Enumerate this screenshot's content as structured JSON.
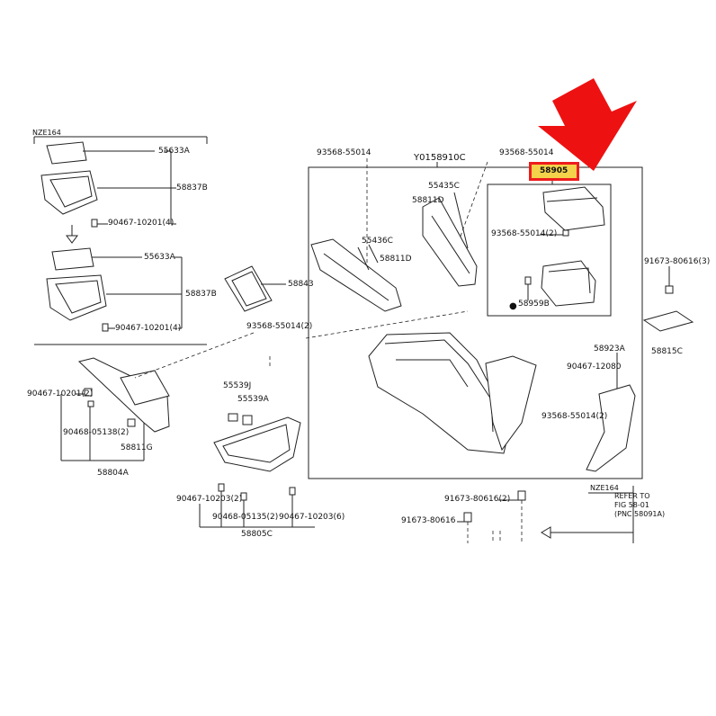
{
  "colors": {
    "highlight_fill": "#f4d24a",
    "highlight_border": "#ee1c1c",
    "arrow": "#ee1111",
    "ink": "#222222"
  },
  "icons": {
    "arrow": "red-pointer-arrow-icon"
  },
  "highlight_part": "58905",
  "labels": {
    "nze164_left": "NZE164",
    "p55633a_1": "55633A",
    "p58837b_1": "58837B",
    "p90467_10201_1": "90467-10201(4)",
    "p55633a_2": "55633A",
    "p58837b_2": "58837B",
    "p90467_10201_2": "90467-10201(4)",
    "p58843": "58843",
    "p93568_55014_2a": "93568-55014(2)",
    "p90467_10201_2b": "90467-10201(2)",
    "p90468_05138": "90468-05138(2)",
    "p58811g": "58811G",
    "p58804a": "58804A",
    "p55539j": "55539J",
    "p55539a": "55539A",
    "p90467_10203_2": "90467-10203(2)",
    "p90468_05135": "90468-05135(2)",
    "p90467_10203_6": "90467-10203(6)",
    "p58805c": "58805C",
    "p93568_left": "93568-55014",
    "y0158910c": "Y0158910C",
    "p93568_right": "93568-55014",
    "p55436c": "55436C",
    "p58811d": "58811D",
    "p55435c": "55435C",
    "p58811d_2": "58811D",
    "p93568_55014_2b": "93568-55014(2)",
    "p58959b": "58959B",
    "p91673_80616_3": "91673-80616(3)",
    "p58815c": "58815C",
    "p58923a": "58923A",
    "p90467_12080": "90467-12080",
    "p93568_55014_2c": "93568-55014(2)",
    "p91673_80616_2": "91673-80616(2)",
    "p91673_80616": "91673-80616",
    "nze164_right": "NZE164",
    "refer_to": "REFER TO",
    "fig": "FIG 58-01",
    "pnc": "(PNC 58091A)"
  }
}
